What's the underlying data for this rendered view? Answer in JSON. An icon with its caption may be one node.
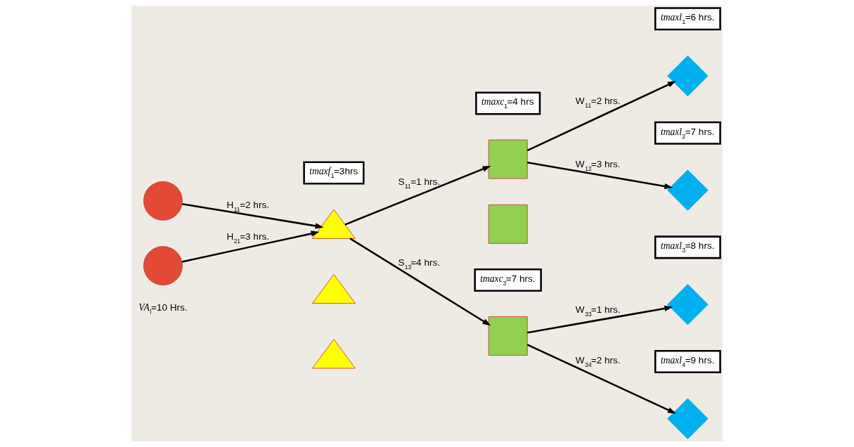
{
  "diagram": {
    "nodes": [
      {
        "text": [],
        "shape": "circle"
      },
      {
        "text": [],
        "shape": "circle"
      },
      {
        "text": [],
        "shape": "triangle"
      },
      {
        "text": [],
        "shape": "triangle"
      },
      {
        "text": [],
        "shape": "triangle"
      },
      {
        "text": [],
        "shape": "box"
      },
      {
        "text": [],
        "shape": "box"
      },
      {
        "text": [],
        "shape": "box"
      },
      {
        "text": [],
        "shape": "diamond"
      },
      {
        "text": [],
        "shape": "diamond"
      },
      {
        "text": [],
        "shape": "diamond"
      },
      {
        "text": [],
        "shape": "diamond"
      },
      {
        "text": [
          "*tmaxf*$_{1}$=3hrs"
        ]
      },
      {
        "text": [
          "*tmaxc*$_{1}$=4 hrs"
        ]
      },
      {
        "text": [
          "*tmaxl*$_{1}$=6 hrs."
        ]
      },
      {
        "text": [
          "*tmaxl*$_{2}$=7 hrs."
        ]
      },
      {
        "text": [
          "*tmaxl*$_{3}$=8 hrs."
        ]
      },
      {
        "text": [
          "*tmaxc*$_{3}$=7 hrs."
        ]
      },
      {
        "text": [
          "*tmaxl*$_{4}$=9 hrs."
        ]
      }
    ],
    "edges": [
      {
        "from": 0,
        "to": 2,
        "arrow": "to",
        "label": "H$_{11}$=2 hrs."
      },
      {
        "from": 1,
        "to": 2,
        "arrow": "to",
        "label": "H$_{21}$=3 hrs."
      },
      {
        "from": 2,
        "to": 5,
        "arrow": "to",
        "label": "S$_{11}$=1 hrs."
      },
      {
        "from": 2,
        "to": 7,
        "arrow": "to",
        "label": "S$_{13}$=4 hrs."
      },
      {
        "from": 5,
        "to": 8,
        "arrow": "to",
        "label": "W$_{11}$=2 hrs."
      },
      {
        "from": 5,
        "to": 9,
        "arrow": "to",
        "label": "W$_{12}$=3 hrs."
      },
      {
        "from": 7,
        "to": 10,
        "arrow": "to",
        "label": "W$_{33}$=1 hrs."
      },
      {
        "from": 7,
        "to": 11,
        "arrow": "to",
        "label": "W$_{34}$=2 hrs."
      }
    ],
    "labels": [
      "*VA*$_{l}$=10 Hrs."
    ]
  }
}
